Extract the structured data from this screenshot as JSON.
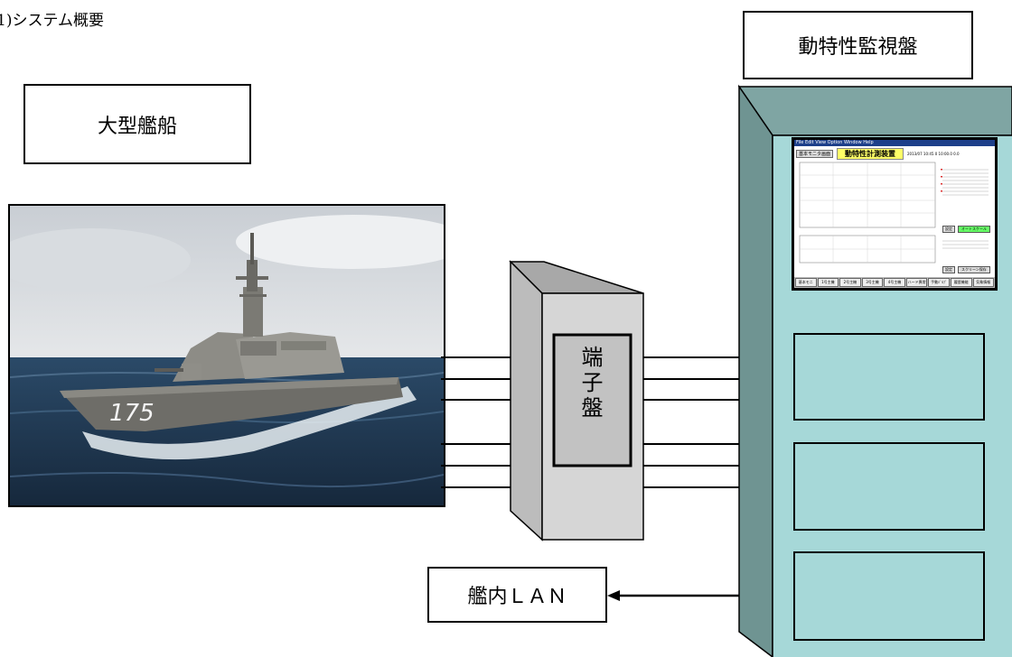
{
  "section_title": "1)システム概要",
  "ship_label": "大型艦船",
  "monitor_label": "動特性監視盤",
  "terminal_label": "端子盤",
  "lan_label": "艦内ＬＡＮ",
  "ship_photo": {
    "hull_number": "175"
  },
  "screen": {
    "menu": "File  Edit  View  Option  Window  Help",
    "title": "動特性計測装置",
    "tab_left": "基本モニタ画面",
    "status": "2013/07  10:45  0  10:00.0  0.0",
    "btn_a": "設定",
    "btn_b": "オートスケール",
    "btn_c": "設定",
    "btn_d": "スクリーン保存",
    "bottom_buttons": [
      "基本モニ",
      "1号主機",
      "2号主機",
      "3号主機",
      "4号主機",
      "ハード異常",
      "手動ﾊﾞﾙﾌﾞ",
      "履歴機能",
      "気象情報"
    ]
  },
  "colors": {
    "panel_front": "#a6d8d8",
    "panel_top": "#7fa5a3",
    "panel_side": "#6f9492",
    "terminal_front": "#d6d6d6",
    "terminal_top": "#a8a8a8",
    "terminal_side": "#bcbcbc",
    "screen_title_bg": "#ffff66",
    "screen_green_btn": "#66ff66"
  }
}
